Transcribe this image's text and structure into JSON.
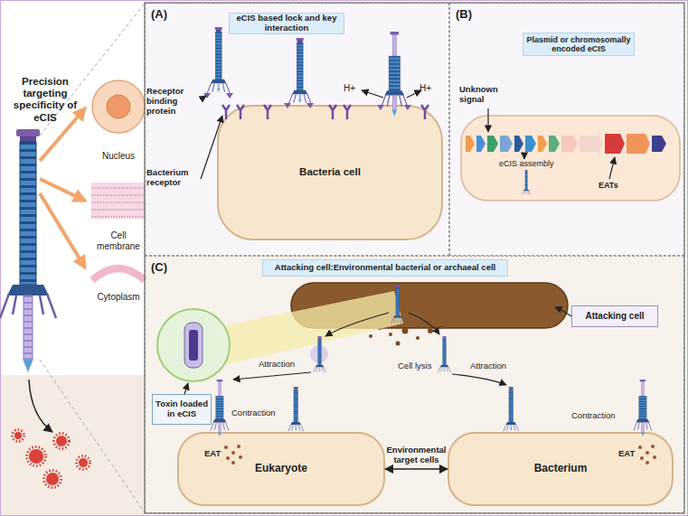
{
  "diagram": {
    "nodes": [
      {
        "text": [
          "Nucleus"
        ]
      },
      {
        "text": [
          "Cell membrane"
        ]
      },
      {
        "text": [
          "Cytoplasm"
        ]
      },
      {
        "text": [
          "(A)"
        ]
      },
      {
        "text": [
          "eCIS based lock and key interaction"
        ],
        "in": 3
      },
      {
        "text": [
          "Bacteria cell"
        ],
        "in": 3
      },
      {
        "text": [
          "(B)"
        ]
      },
      {
        "text": [
          "Plasmid or chromosomally encoded eCIS"
        ],
        "in": 6
      },
      {
        "text": [
          "(C)"
        ]
      },
      {
        "text": [
          "Attacking cell:Environmental bacterial or archaeal cell"
        ],
        "in": 8
      },
      {
        "text": [
          "Attacking cell"
        ],
        "in": 8
      },
      {
        "text": [
          "Toxin loaded in eCIS"
        ],
        "in": 8
      },
      {
        "text": [
          "Eukaryote"
        ],
        "in": 8
      },
      {
        "text": [
          "Bacterium"
        ],
        "in": 8
      }
    ],
    "edges": [
      {
        "from": 12,
        "to": 13,
        "label": "Environmental target cells",
        "arrow": "both"
      }
    ],
    "labels": [
      "Precision targeting specificity of eCIS",
      "Receptor binding protein",
      "Bacterium receptor",
      "H+",
      "H+",
      "Unknown signal",
      "eCIS assembly",
      "EATs",
      "Attraction",
      "Cell lysis",
      "Attraction",
      "Contraction",
      "Contraction",
      "EAT",
      "EAT"
    ]
  }
}
